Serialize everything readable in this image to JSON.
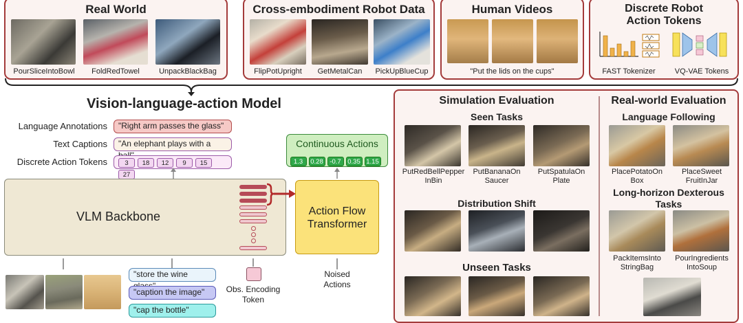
{
  "real_world": {
    "title": "Real World",
    "items": [
      "PourSliceIntoBowl",
      "FoldRedTowel",
      "UnpackBlackBag"
    ]
  },
  "cross_embodiment": {
    "title": "Cross-embodiment Robot Data",
    "items": [
      "FlipPotUpright",
      "GetMetalCan",
      "PickUpBlueCup"
    ]
  },
  "human_videos": {
    "title": "Human Videos",
    "caption": "\"Put the lids on the cups\""
  },
  "discrete_tokens": {
    "title_line1": "Discrete Robot",
    "title_line2": "Action Tokens",
    "fast": "FAST Tokenizer",
    "vqvae": "VQ-VAE Tokens"
  },
  "vla": {
    "title": "Vision-language-action Model",
    "lang_label": "Language Annotations",
    "lang_value": "\"Right arm passes the glass\"",
    "text_label": "Text Captions",
    "text_value": "\"An elephant plays with a ball\"",
    "tokens_label": "Discrete Action Tokens",
    "tokens": [
      "3",
      "18",
      "12",
      "9",
      "15",
      "27"
    ],
    "continuous_title": "Continuous Actions",
    "continuous_values": [
      "1.3",
      "0.28",
      "-0.7",
      "0.35",
      "1.15"
    ],
    "backbone": "VLM Backbone",
    "flow_line1": "Action Flow",
    "flow_line2": "Transformer",
    "obs_line1": "Obs. Encoding",
    "obs_line2": "Token",
    "noised_line1": "Noised",
    "noised_line2": "Actions",
    "prompts": [
      "\"store the wine glass\"",
      "\"caption the image\"",
      "\"cap the bottle\""
    ]
  },
  "simulation": {
    "title": "Simulation Evaluation",
    "seen": "Seen Tasks",
    "seen_items": [
      [
        "PutRedBellPepper",
        "InBin"
      ],
      [
        "PutBananaOn",
        "Saucer"
      ],
      [
        "PutSpatulaOn",
        "Plate"
      ]
    ],
    "shift": "Distribution Shift",
    "unseen": "Unseen Tasks"
  },
  "real_eval": {
    "title": "Real-world Evaluation",
    "lang": "Language Following",
    "lang_items": [
      [
        "PlacePotatoOn",
        "Box"
      ],
      [
        "PlaceSweet",
        "FruitInJar"
      ]
    ],
    "long_line1": "Long-horizon Dexterous",
    "long_line2": "Tasks",
    "long_items": [
      [
        "PackItemsInto",
        "StringBag"
      ],
      [
        "PourIngredients",
        "IntoSoup"
      ]
    ]
  },
  "colors": {
    "panel_border": "#a33a3a",
    "backbone_fill": "#efe8d4",
    "flow_fill": "#fbe27a",
    "continuous_fill": "#cfeec0",
    "token_purple": "#9b5aa8",
    "arrow_red": "#b22a2a"
  }
}
